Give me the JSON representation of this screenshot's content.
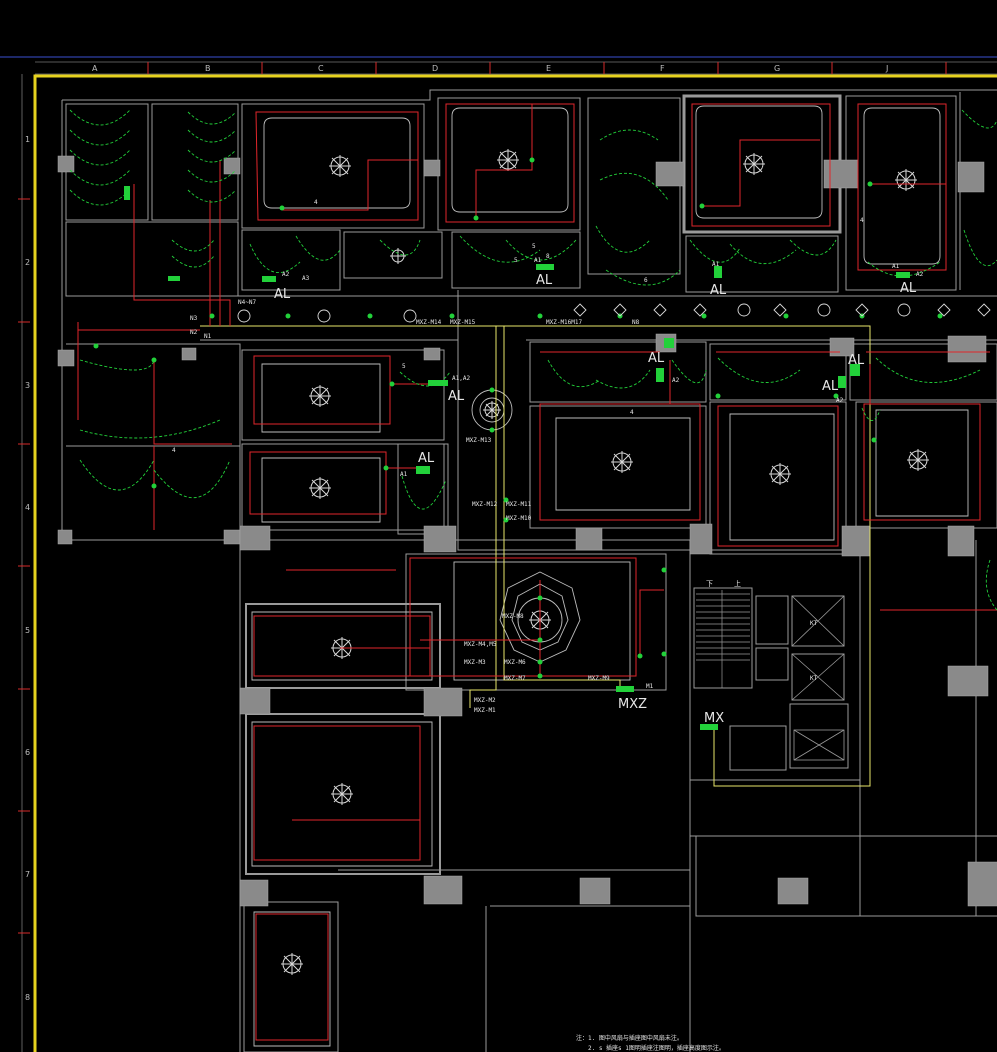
{
  "colors": {
    "background": "#000000",
    "frame": "#e6d21e",
    "titlebar_line": "#3a4fd0",
    "wall": "#9a9a9a",
    "circuit": "#e0262b",
    "device": "#22d13a",
    "feeder": "#e8e66a",
    "column_fill": "#8a8a8a",
    "text": "#e6e6e6"
  },
  "grid": {
    "columns": [
      "A",
      "B",
      "C",
      "D",
      "E",
      "F",
      "G",
      "J"
    ],
    "rows": [
      "1",
      "2",
      "3",
      "4",
      "5",
      "6",
      "7",
      "8"
    ]
  },
  "panels": {
    "al_1": "AL",
    "al_2": "AL",
    "al_3": "AL",
    "al_4": "AL",
    "al_5": "AL",
    "al_6": "AL",
    "al_7": "AL",
    "al_8": "AL",
    "al_9": "AL",
    "mxz": "MXZ",
    "mx": "MX"
  },
  "circuit_labels": {
    "n4_n7": "N4~N7",
    "n3": "N3",
    "n2": "N2",
    "n1": "N1",
    "mxz_m14": "MXZ-M14",
    "mxz_m15": "MXZ-M15",
    "mxz_m16_m17": "MXZ-M16M17",
    "n8": "N8",
    "mxz_m13": "MXZ-M13",
    "mxz_m12": "MXZ-M12",
    "mxz_m11": "MXZ-M11",
    "mxz_m10": "MXZ-M10",
    "mxz_m8": "MXZ-M8",
    "mxz_m4_m5": "MXZ-M4,M5",
    "mxz_m3": "MXZ-M3",
    "mxz_m6": "MXZ-M6",
    "mxz_m7": "MXZ-M7",
    "mxz_m9": "MXZ-M9",
    "mxz_m2": "MXZ-M2",
    "mxz_m1": "MXZ-M1",
    "m1": "M1",
    "a1": "A1",
    "a2": "A2",
    "a3": "A3",
    "a1a2": "A1,A2",
    "num_4": "4",
    "num_5": "5",
    "num_6": "6",
    "num_8": "8"
  },
  "stair": {
    "down": "下",
    "up": "上"
  },
  "lift": {
    "k1": "KT",
    "k2": "KT"
  },
  "notes": {
    "line1": "注：1. 图中风扇与插座图中风扇未注。",
    "line2": "2. s 插座s 1图明插座注图明，插座高度图示注。"
  }
}
